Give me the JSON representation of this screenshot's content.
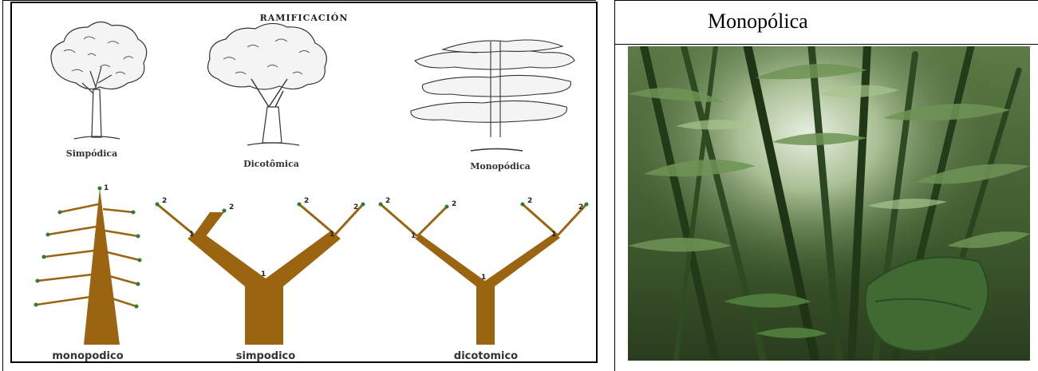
{
  "figure": {
    "title": "RAMIFICACIÓN",
    "tree_labels": [
      "Simpódica",
      "Dicotômica",
      "Monopódica"
    ],
    "diagram_labels": [
      "monopodico",
      "simpodico",
      "dicotomico"
    ],
    "branch_numbers": {
      "one": "1",
      "two": "2"
    }
  },
  "table": {
    "header": "Monopólica"
  },
  "colors": {
    "branch": "#9a6410",
    "leaf_tip": "#2e7d32",
    "foliage": "#3d5a2c"
  },
  "icons": {
    "photo": "bamboo-photo"
  }
}
